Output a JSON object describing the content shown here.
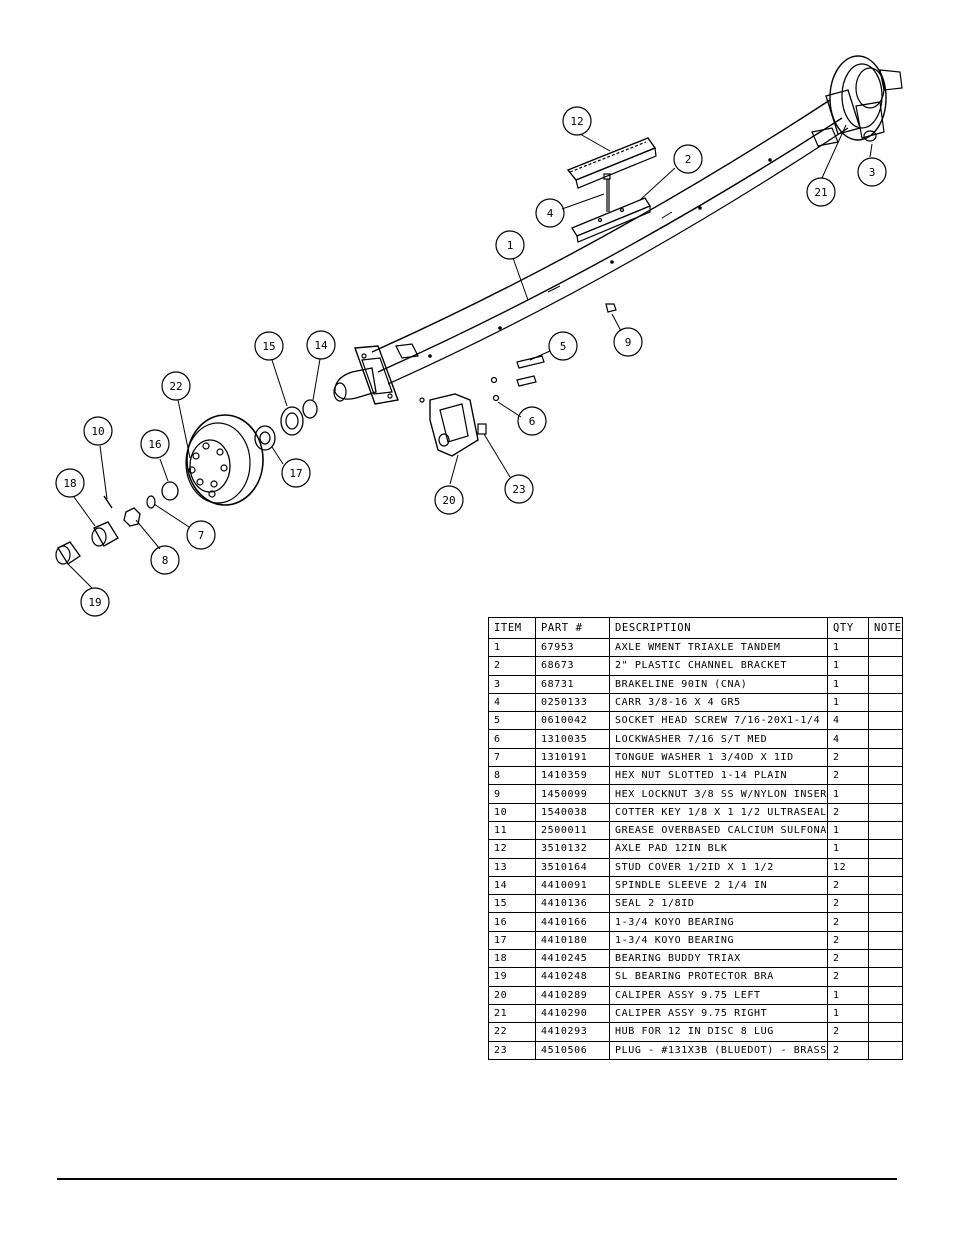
{
  "table": {
    "headers": [
      "ITEM",
      "PART #",
      "DESCRIPTION",
      "QTY",
      "NOTE"
    ],
    "rows": [
      {
        "item": "1",
        "part": "67953",
        "desc": "AXLE WMENT   TRIAXLE TANDEM",
        "qty": "1",
        "note": ""
      },
      {
        "item": "2",
        "part": "68673",
        "desc": "2\" PLASTIC CHANNEL BRACKET",
        "qty": "1",
        "note": ""
      },
      {
        "item": "3",
        "part": "68731",
        "desc": "BRAKELINE 90IN (CNA)",
        "qty": "1",
        "note": ""
      },
      {
        "item": "4",
        "part": "0250133",
        "desc": "CARR 3/8-16 X 4 GR5",
        "qty": "1",
        "note": ""
      },
      {
        "item": "5",
        "part": "0610042",
        "desc": "SOCKET HEAD SCREW 7/16-20X1-1/4",
        "qty": "4",
        "note": ""
      },
      {
        "item": "6",
        "part": "1310035",
        "desc": "LOCKWASHER 7/16 S/T MED",
        "qty": "4",
        "note": ""
      },
      {
        "item": "7",
        "part": "1310191",
        "desc": "TONGUE WASHER 1 3/4OD X 1ID",
        "qty": "2",
        "note": ""
      },
      {
        "item": "8",
        "part": "1410359",
        "desc": "HEX NUT SLOTTED 1-14 PLAIN",
        "qty": "2",
        "note": ""
      },
      {
        "item": "9",
        "part": "1450099",
        "desc": "HEX LOCKNUT 3/8 SS W/NYLON INSER",
        "qty": "1",
        "note": ""
      },
      {
        "item": "10",
        "part": "1540038",
        "desc": "COTTER KEY 1/8 X 1 1/2 ULTRASEAL",
        "qty": "2",
        "note": ""
      },
      {
        "item": "11",
        "part": "2500011",
        "desc": "GREASE OVERBASED CALCIUM SULFONA",
        "qty": "1",
        "note": ""
      },
      {
        "item": "12",
        "part": "3510132",
        "desc": "AXLE PAD 12IN  BLK",
        "qty": "1",
        "note": ""
      },
      {
        "item": "13",
        "part": "3510164",
        "desc": "STUD COVER 1/2ID X 1 1/2",
        "qty": "12",
        "note": ""
      },
      {
        "item": "14",
        "part": "4410091",
        "desc": "SPINDLE SLEEVE 2 1/4 IN",
        "qty": "2",
        "note": ""
      },
      {
        "item": "15",
        "part": "4410136",
        "desc": "SEAL  2 1/8ID",
        "qty": "2",
        "note": ""
      },
      {
        "item": "16",
        "part": "4410166",
        "desc": "1-3/4 KOYO BEARING",
        "qty": "2",
        "note": ""
      },
      {
        "item": "17",
        "part": "4410180",
        "desc": "1-3/4 KOYO BEARING",
        "qty": "2",
        "note": ""
      },
      {
        "item": "18",
        "part": "4410245",
        "desc": "BEARING BUDDY TRIAX",
        "qty": "2",
        "note": ""
      },
      {
        "item": "19",
        "part": "4410248",
        "desc": "SL BEARING PROTECTOR BRA",
        "qty": "2",
        "note": ""
      },
      {
        "item": "20",
        "part": "4410289",
        "desc": "CALIPER ASSY 9.75 LEFT",
        "qty": "1",
        "note": ""
      },
      {
        "item": "21",
        "part": "4410290",
        "desc": "CALIPER ASSY 9.75 RIGHT",
        "qty": "1",
        "note": ""
      },
      {
        "item": "22",
        "part": "4410293",
        "desc": "HUB FOR 12 IN DISC 8 LUG",
        "qty": "2",
        "note": ""
      },
      {
        "item": "23",
        "part": "4510506",
        "desc": "PLUG - #131X3B (BLUEDOT) - BRASS",
        "qty": "2",
        "note": ""
      }
    ]
  },
  "callouts": {
    "c1": "1",
    "c2": "2",
    "c3": "3",
    "c4": "4",
    "c5": "5",
    "c6": "6",
    "c7": "7",
    "c8": "8",
    "c9": "9",
    "c10": "10",
    "c12": "12",
    "c14": "14",
    "c15": "15",
    "c16": "16",
    "c17": "17",
    "c18": "18",
    "c19": "19",
    "c20": "20",
    "c21": "21",
    "c22": "22",
    "c23": "23"
  }
}
